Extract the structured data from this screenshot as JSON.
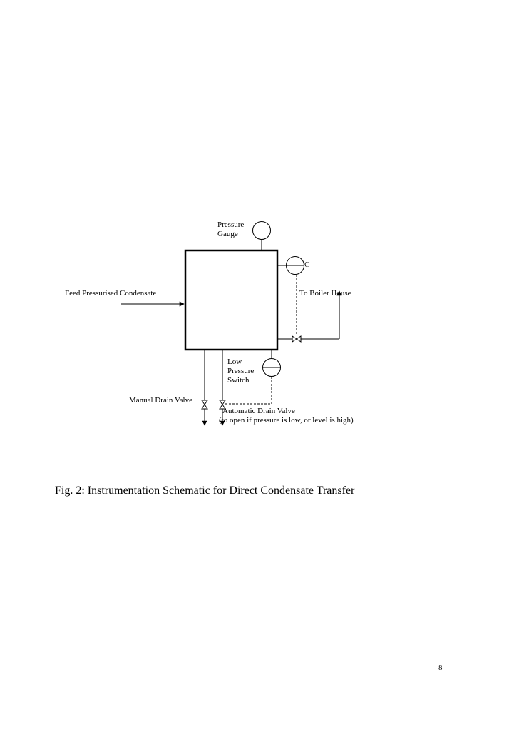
{
  "diagram": {
    "labels": {
      "pressure_gauge": [
        "Pressure",
        "Gauge"
      ],
      "controller_tag": "C",
      "feed": "Feed Pressurised Condensate",
      "to_boiler_house": "To Boiler House",
      "low_pressure_switch": [
        "Low",
        "Pressure",
        "Switch"
      ],
      "manual_drain_valve": "Manual Drain Valve",
      "automatic_drain_valve": "Automatic Drain Valve",
      "automatic_drain_note": "(to open if pressure is low, or level is high)"
    }
  },
  "caption": "Fig. 2: Instrumentation Schematic for Direct Condensate Transfer",
  "page_number": "8"
}
